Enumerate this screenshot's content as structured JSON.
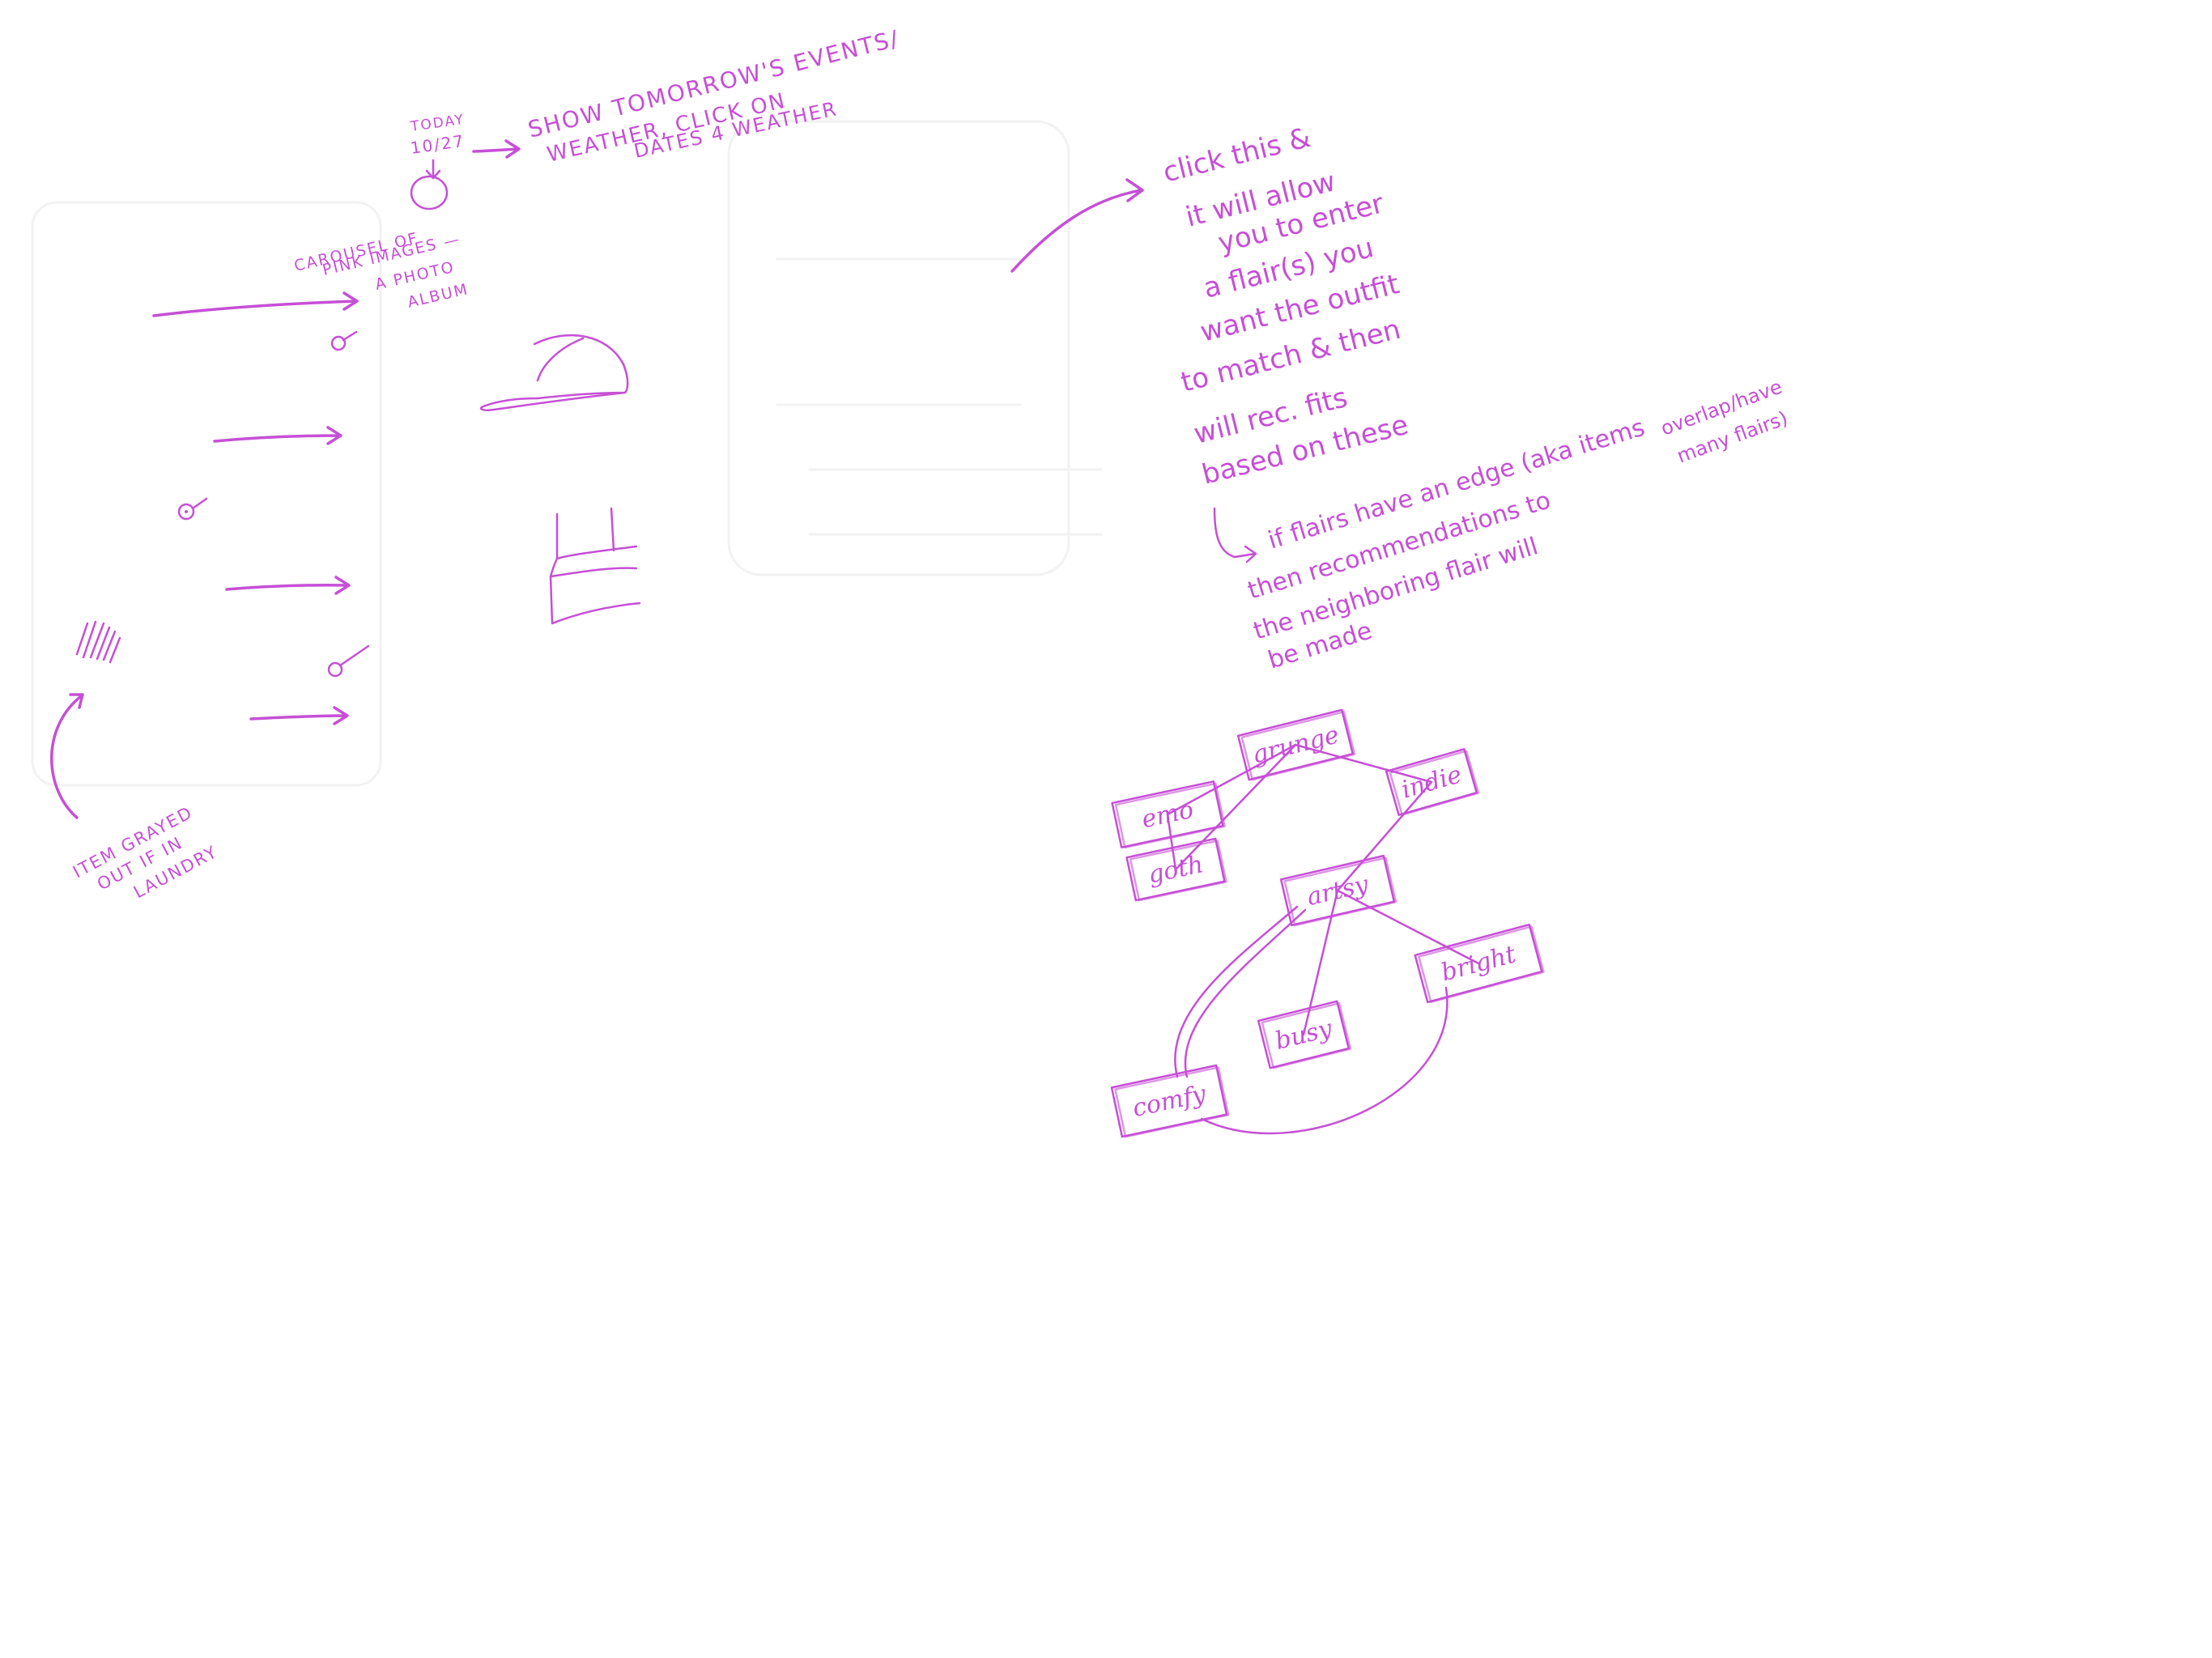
{
  "notes": {
    "today_label": "TODAY",
    "today_date": "10/27",
    "tomorrow_line1": "SHOW TOMORROW'S EVENTS/",
    "tomorrow_line2": "WEATHER, CLICK ON",
    "tomorrow_line3": "DATES 4 WEATHER",
    "carousel_line1": "CAROUSEL OF",
    "carousel_line2": "PINK IMAGES —",
    "carousel_line3": "A PHOTO",
    "carousel_line4": "ALBUM",
    "grayed_line1": "ITEM GRAYED",
    "grayed_line2": "OUT IF IN",
    "grayed_line3": "LAUNDRY",
    "click_line1": "click this &",
    "click_line2": "it will allow",
    "click_line3": "you to enter",
    "click_line4": "a flair(s) you",
    "click_line5": "want the outfit",
    "click_line6": "to match & then",
    "click_line7": "will rec. fits",
    "click_line8": "based on these",
    "edge_line1": "if flairs have an edge (aka items",
    "edge_line2": "then recommendations to",
    "edge_line3": "the neighboring flair will",
    "edge_line4": "be made",
    "overlap_line1": "overlap/have",
    "overlap_line2": "many flairs)"
  },
  "graph": {
    "nodes": [
      {
        "id": "emo",
        "label": "emo"
      },
      {
        "id": "goth",
        "label": "goth"
      },
      {
        "id": "grunge",
        "label": "grunge"
      },
      {
        "id": "indie",
        "label": "indie"
      },
      {
        "id": "artsy",
        "label": "artsy"
      },
      {
        "id": "bright",
        "label": "bright"
      },
      {
        "id": "busy",
        "label": "busy"
      },
      {
        "id": "comfy",
        "label": "comfy"
      }
    ],
    "edges": [
      [
        "emo",
        "grunge"
      ],
      [
        "emo",
        "goth"
      ],
      [
        "goth",
        "grunge"
      ],
      [
        "grunge",
        "indie"
      ],
      [
        "indie",
        "artsy"
      ],
      [
        "artsy",
        "busy"
      ],
      [
        "artsy",
        "bright"
      ],
      [
        "artsy",
        "comfy"
      ],
      [
        "bright",
        "comfy"
      ]
    ]
  },
  "colors": {
    "ink": "#c64fd6",
    "background": "#ffffff"
  }
}
